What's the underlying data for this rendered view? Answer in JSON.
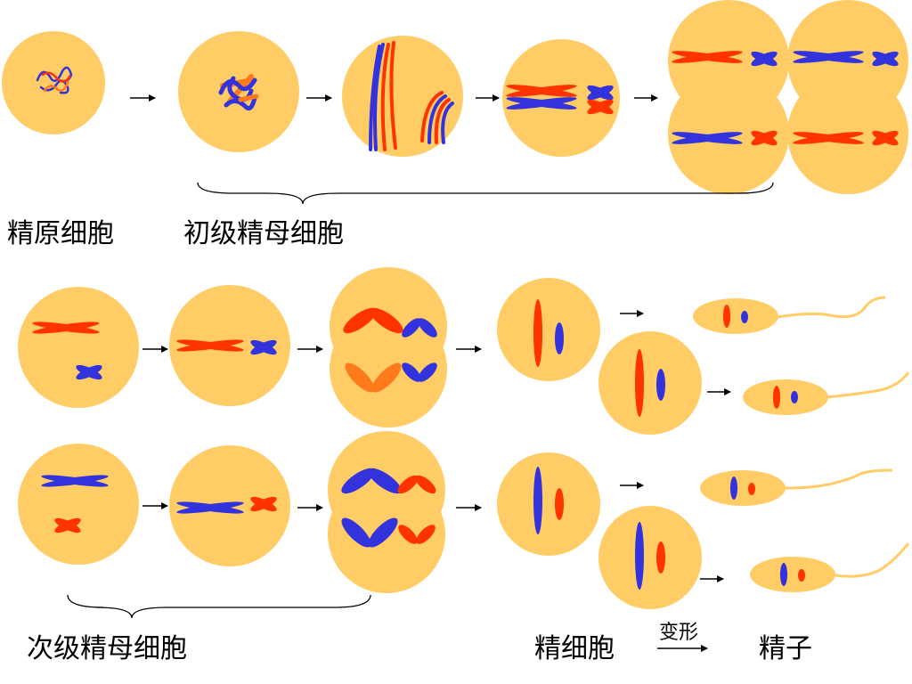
{
  "colors": {
    "cell": "#FFCC66",
    "red": "#FF3300",
    "blue": "#3333DD",
    "orange": "#FF7A1A",
    "tail": "#FFCC66",
    "arrow": "#000000"
  },
  "labels": {
    "spermatogonium": "精原细胞",
    "primary_spermatocyte": "初级精母细胞",
    "secondary_spermatocyte": "次级精母细胞",
    "spermatid": "精细胞",
    "transform": "变形",
    "sperm": "精子"
  },
  "icons": [
    "arrow-right-icon",
    "brace-icon",
    "chromosome-icon",
    "cell-icon",
    "sperm-tail-icon"
  ]
}
